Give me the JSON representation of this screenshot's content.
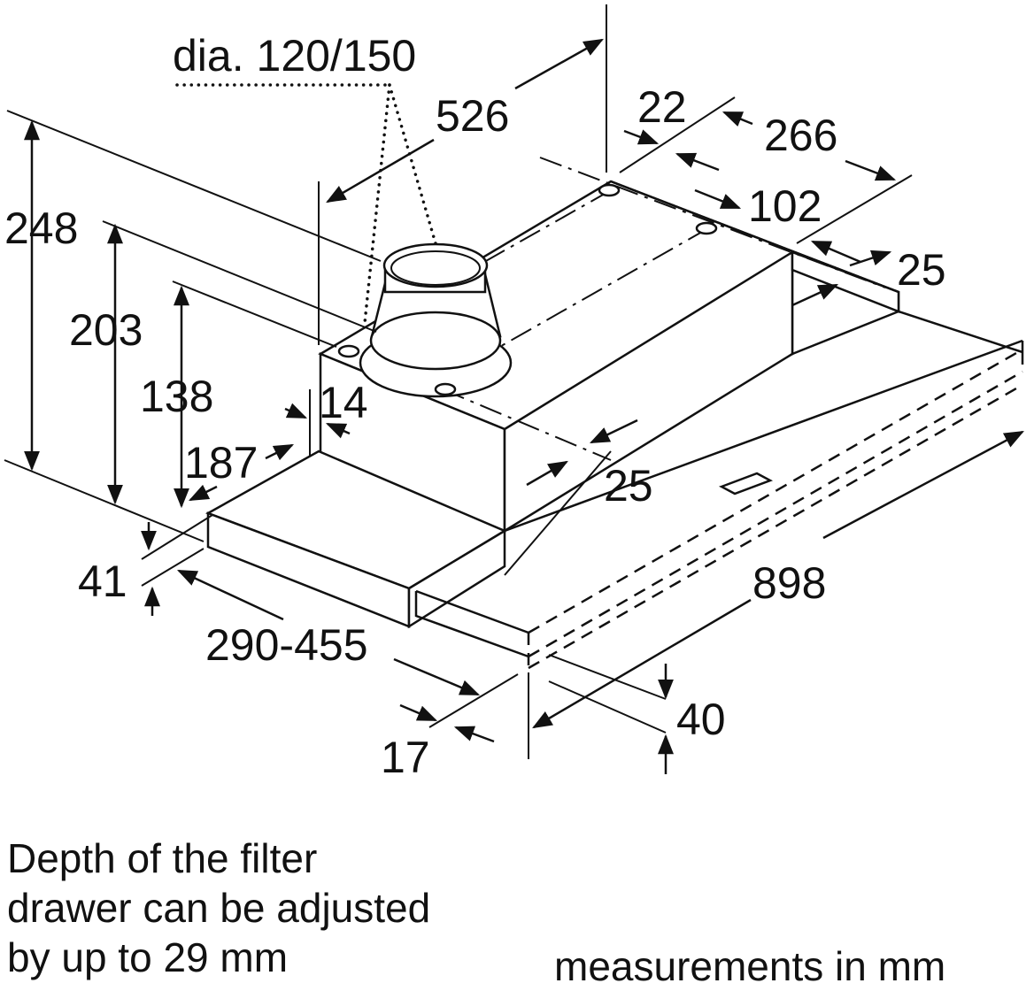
{
  "diagram": {
    "labels": {
      "dia": "dia. 120/150",
      "d526": "526",
      "d22": "22",
      "d266": "266",
      "d102": "102",
      "d25_top": "25",
      "d248": "248",
      "d203": "203",
      "d138": "138",
      "d14": "14",
      "d187": "187",
      "d25_mid": "25",
      "d41": "41",
      "d898": "898",
      "d290_455": "290-455",
      "d40": "40",
      "d17": "17"
    },
    "note_lines": [
      "Depth of the filter",
      "drawer can be adjusted",
      "by up to 29 mm"
    ],
    "units": "measurements in mm"
  }
}
